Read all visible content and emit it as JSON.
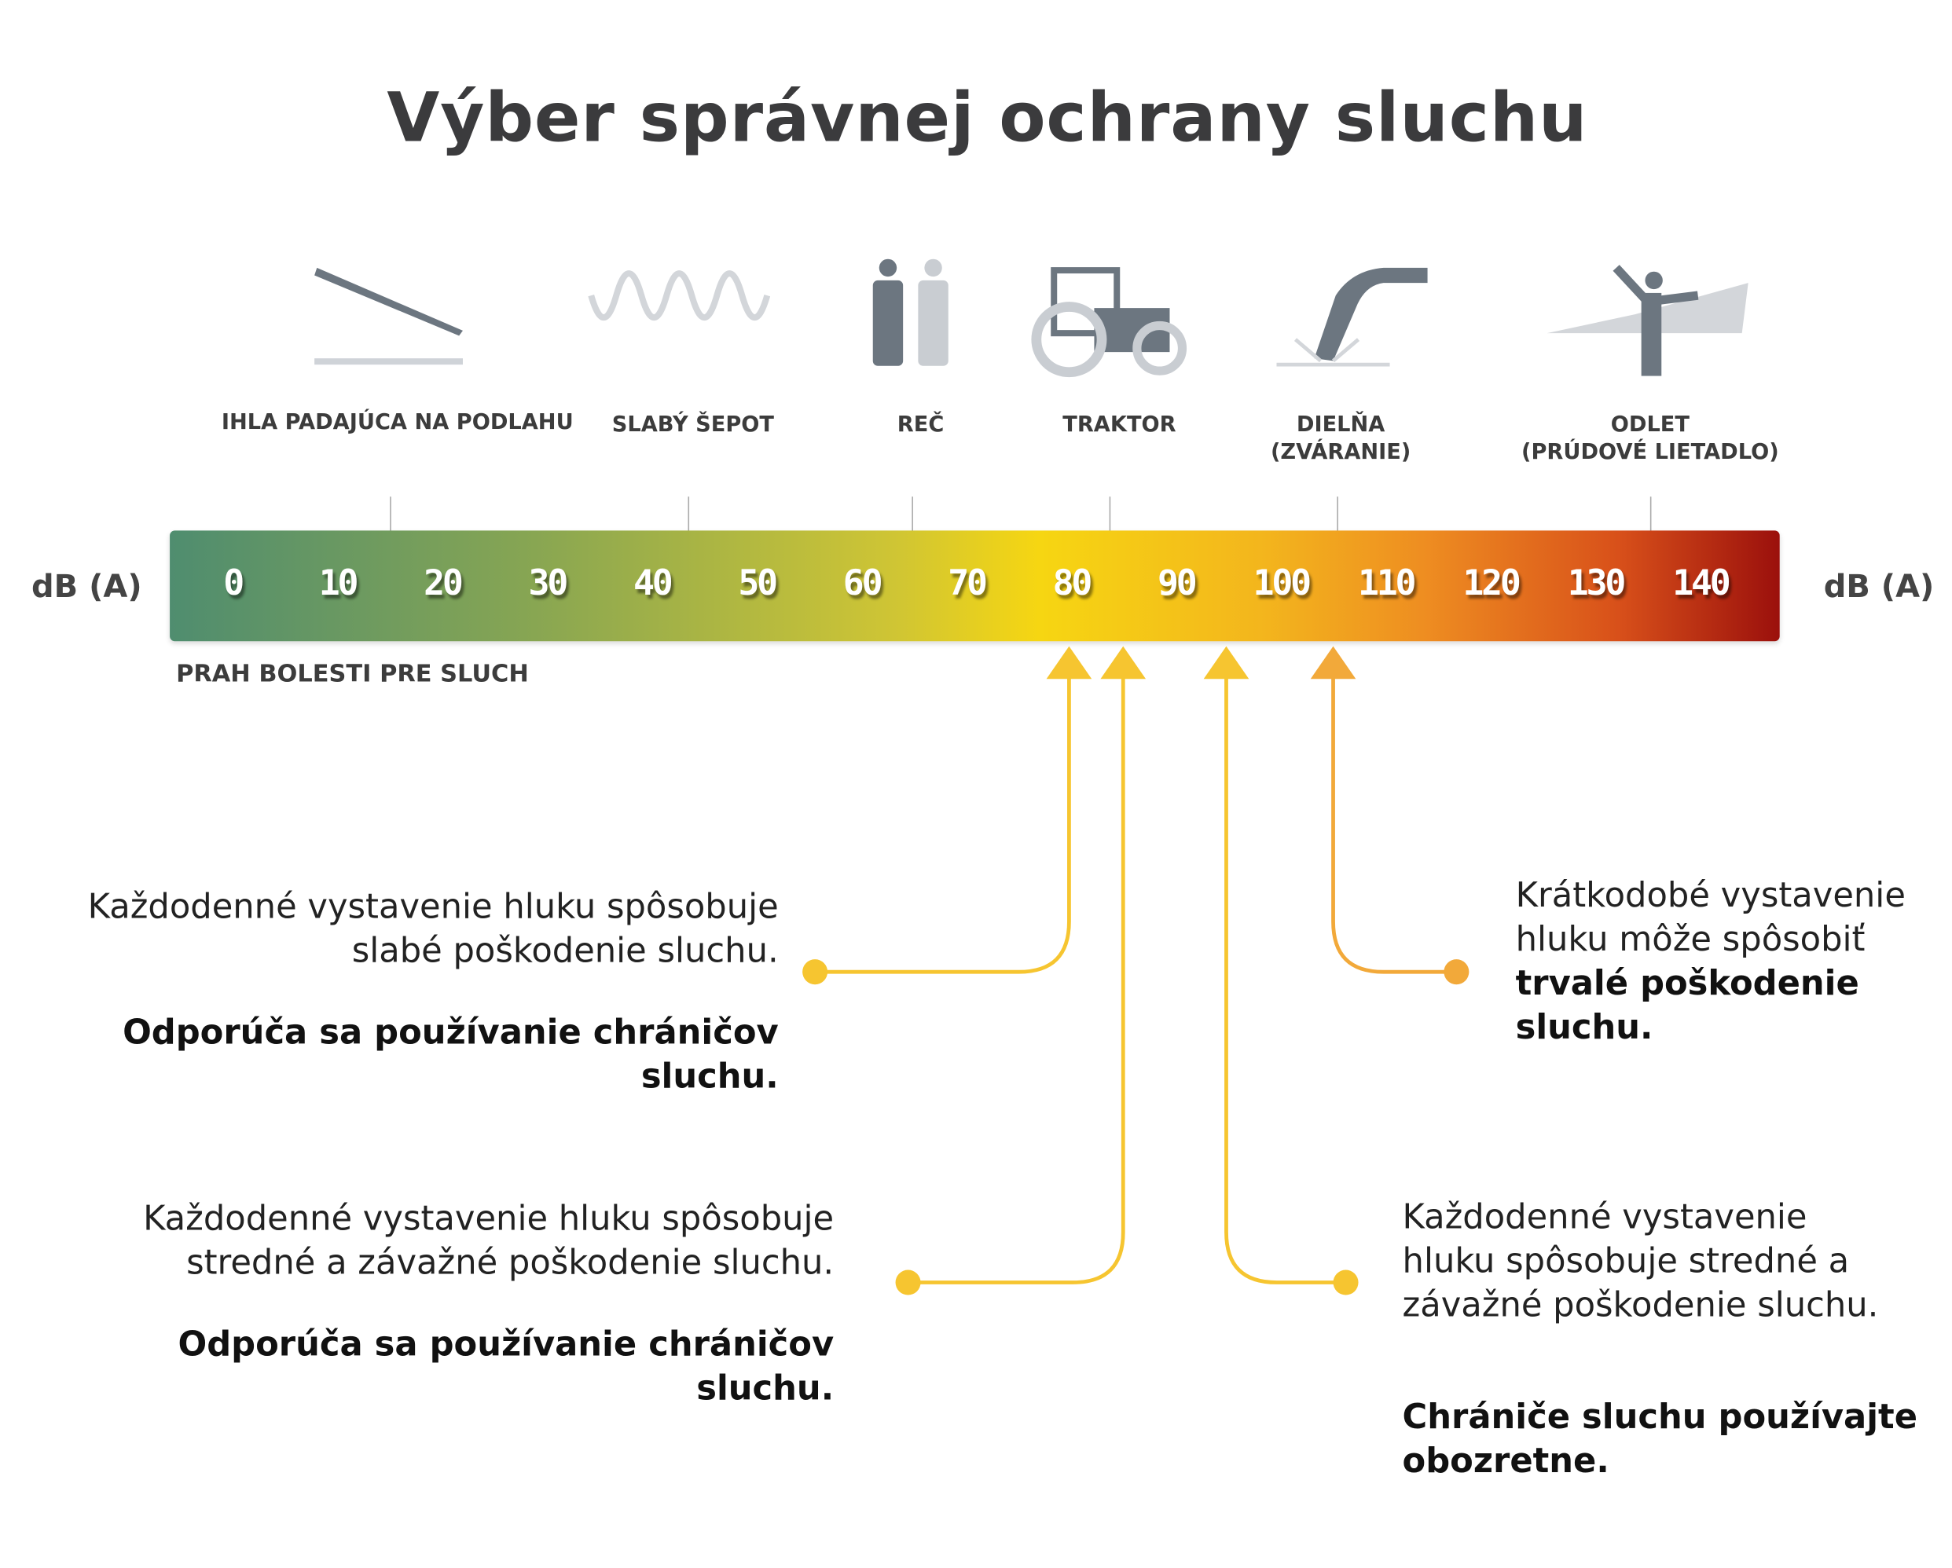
{
  "title": "Výber správnej ochrany sluchu",
  "sources": [
    {
      "icon": "needle-icon",
      "label": "IHLA PADAJÚCA NA PODLAHU"
    },
    {
      "icon": "sound-wave-icon",
      "label": "SLABÝ ŠEPOT"
    },
    {
      "icon": "people-icon",
      "label": "REČ"
    },
    {
      "icon": "tractor-icon",
      "label": "TRAKTOR"
    },
    {
      "icon": "welding-icon",
      "label": "DIELŇA",
      "label2": "(ZVÁRANIE)"
    },
    {
      "icon": "jet-takeoff-icon",
      "label": "ODLET",
      "label2": "(PRÚDOVÉ LIETADLO)"
    }
  ],
  "scale": {
    "unit": "dB (A)",
    "values": [
      "0",
      "10",
      "20",
      "30",
      "40",
      "50",
      "60",
      "70",
      "80",
      "90",
      "100",
      "110",
      "120",
      "130",
      "140"
    ],
    "colors": {
      "low": "#4f8d6f",
      "mid": "#f6d612",
      "high": "#9b100c"
    }
  },
  "threshold_label": "PRAH BOLESTI PRE SLUCH",
  "notes": [
    {
      "level_db": 80,
      "line1": "Každodenné vystavenie hluku spôsobuje",
      "line2": "slabé poškodenie sluchu.",
      "bold": "Odporúča sa používanie chráničov sluchu."
    },
    {
      "level_db": 85,
      "line1": "Každodenné vystavenie hluku spôsobuje",
      "line2": "stredné a závažné poškodenie sluchu.",
      "bold": "Odporúča sa používanie chráničov sluchu."
    },
    {
      "level_db": 95,
      "line1": "Každodenné vystavenie",
      "line2": "hluku spôsobuje stredné a",
      "line3": "závažné poškodenie sluchu.",
      "bold1": "Chrániče sluchu používajte",
      "bold2": "obozretne."
    },
    {
      "level_db": 105,
      "line1": "Krátkodobé vystavenie",
      "line2": "hluku môže spôsobiť",
      "bold1": "trvalé poškodenie",
      "bold2": "sluchu."
    }
  ],
  "arrow_colors": {
    "yellow": "#f6c530",
    "orange": "#f2a93a"
  }
}
